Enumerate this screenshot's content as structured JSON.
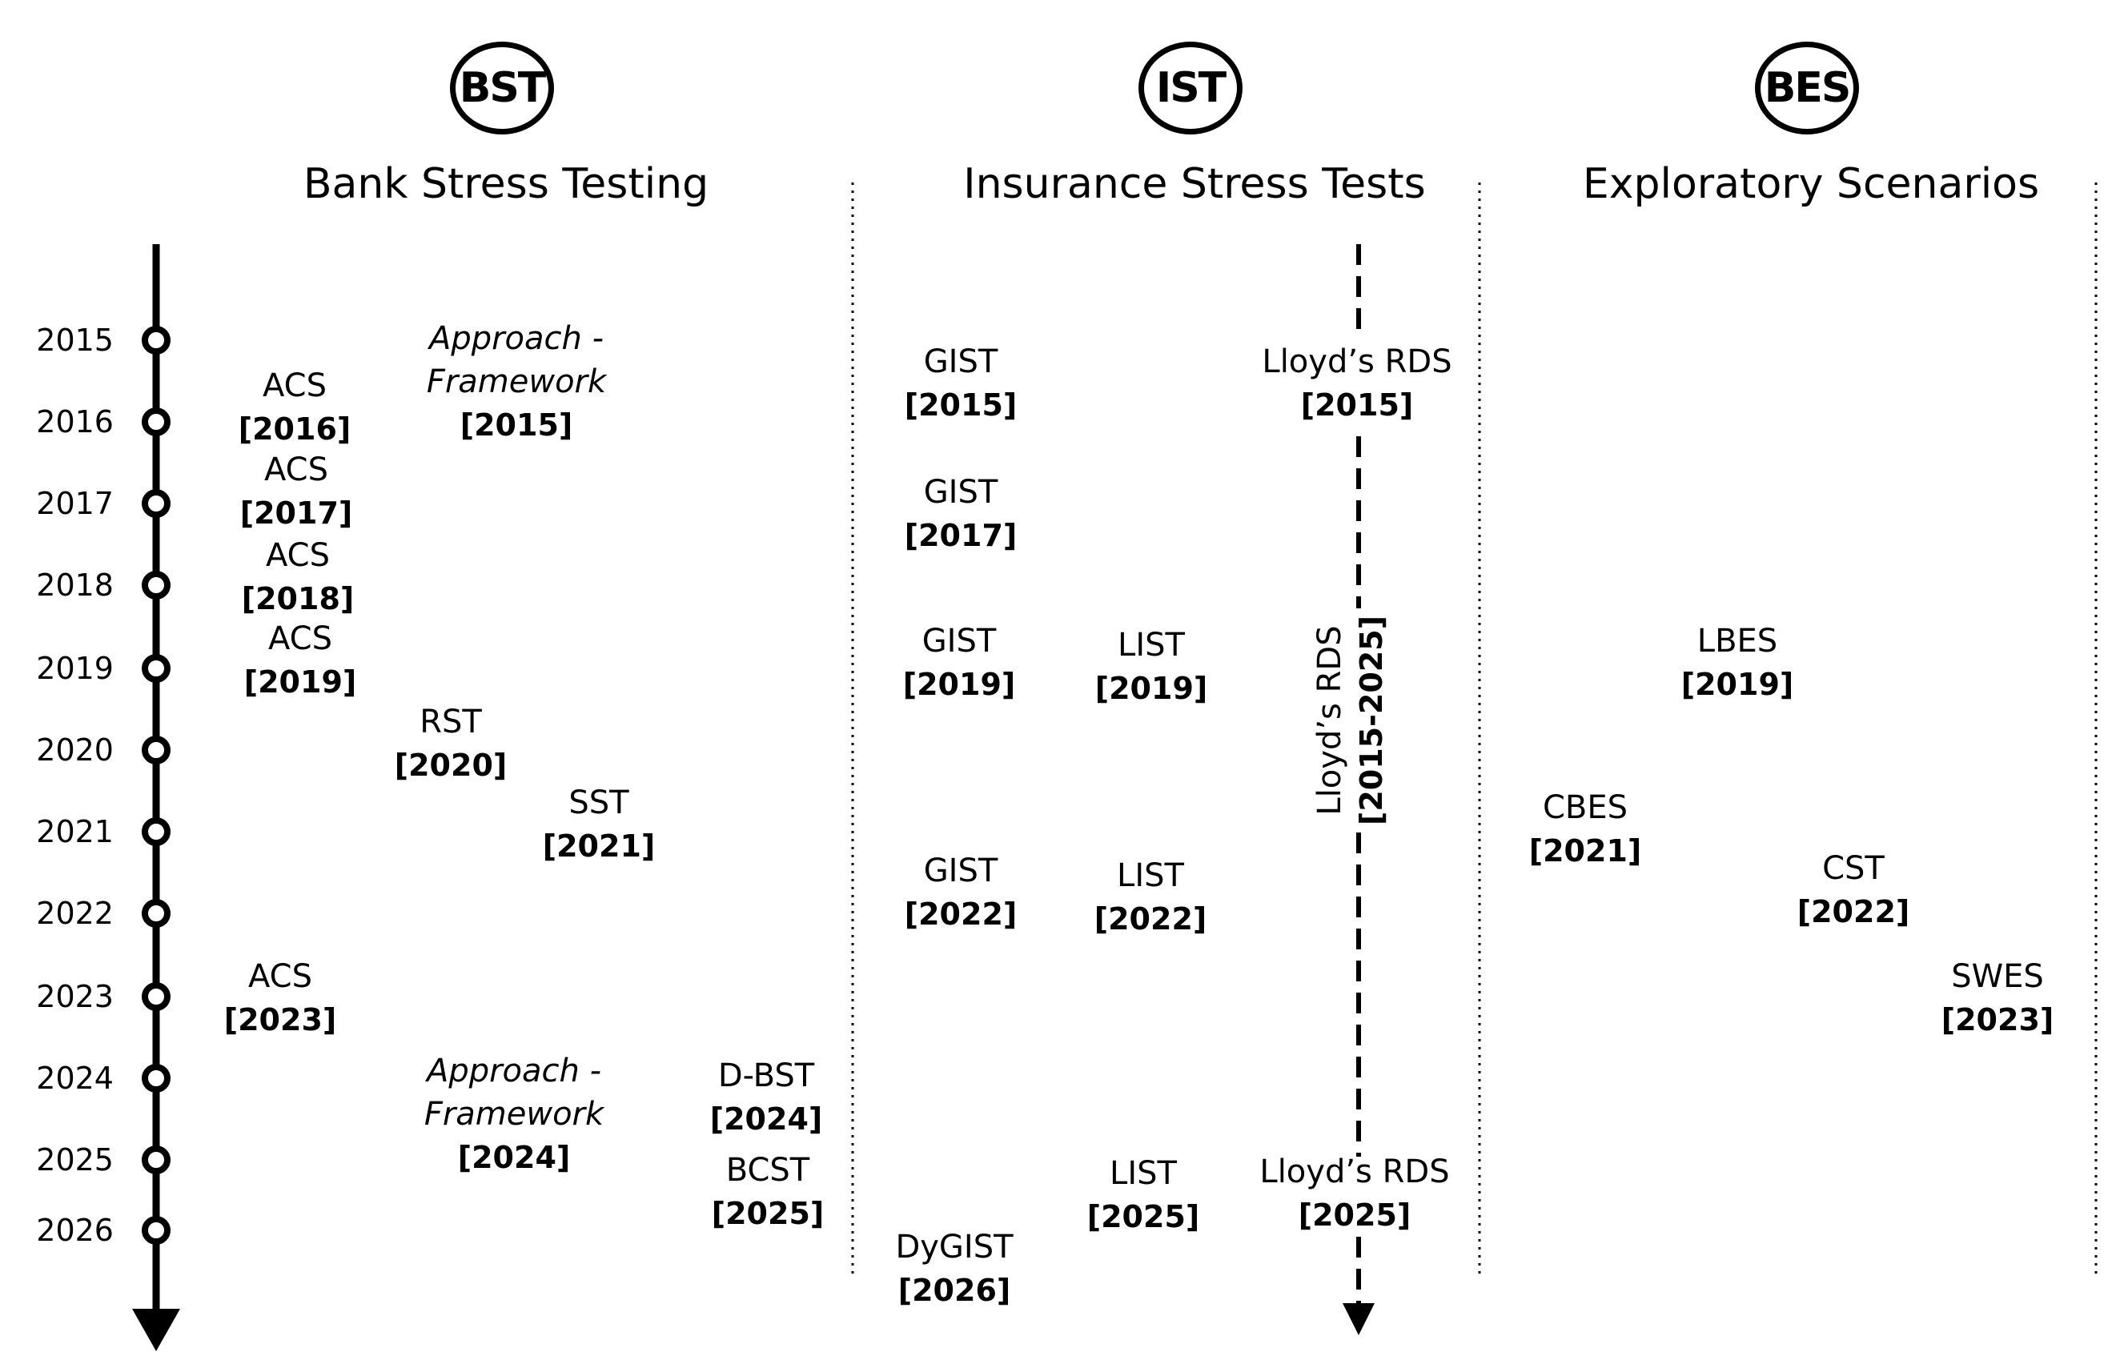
{
  "sections": [
    {
      "abbr": "BST",
      "title": "Bank Stress Testing"
    },
    {
      "abbr": "IST",
      "title": "Insurance Stress Tests"
    },
    {
      "abbr": "BES",
      "title": "Exploratory Scenarios"
    }
  ],
  "timeline_years": [
    "2015",
    "2016",
    "2017",
    "2018",
    "2019",
    "2020",
    "2021",
    "2022",
    "2023",
    "2024",
    "2025",
    "2026"
  ],
  "bst_items": [
    {
      "name": "Approach - Framework",
      "year": "[2015]",
      "italic": true
    },
    {
      "name": "ACS",
      "year": "[2016]"
    },
    {
      "name": "ACS",
      "year": "[2017]"
    },
    {
      "name": "ACS",
      "year": "[2018]"
    },
    {
      "name": "ACS",
      "year": "[2019]"
    },
    {
      "name": "RST",
      "year": "[2020]"
    },
    {
      "name": "SST",
      "year": "[2021]"
    },
    {
      "name": "ACS",
      "year": "[2023]"
    },
    {
      "name": "Approach - Framework",
      "year": "[2024]",
      "italic": true
    },
    {
      "name": "D-BST",
      "year": "[2024]"
    },
    {
      "name": "BCST",
      "year": "[2025]"
    }
  ],
  "ist_items": [
    {
      "name": "GIST",
      "year": "[2015]"
    },
    {
      "name": "Lloyd’s RDS",
      "year": "[2015]"
    },
    {
      "name": "GIST",
      "year": "[2017]"
    },
    {
      "name": "GIST",
      "year": "[2019]"
    },
    {
      "name": "LIST",
      "year": "[2019]"
    },
    {
      "name": "GIST",
      "year": "[2022]"
    },
    {
      "name": "LIST",
      "year": "[2022]"
    },
    {
      "name": "LIST",
      "year": "[2025]"
    },
    {
      "name": "Lloyd’s RDS",
      "year": "[2025]"
    },
    {
      "name": "DyGIST",
      "year": "[2026]"
    }
  ],
  "ist_rotated": {
    "name": "Lloyd’s RDS",
    "year": "[2015-2025]"
  },
  "bes_items": [
    {
      "name": "LBES",
      "year": "[2019]"
    },
    {
      "name": "CBES",
      "year": "[2021]"
    },
    {
      "name": "CST",
      "year": "[2022]"
    },
    {
      "name": "SWES",
      "year": "[2023]"
    }
  ]
}
